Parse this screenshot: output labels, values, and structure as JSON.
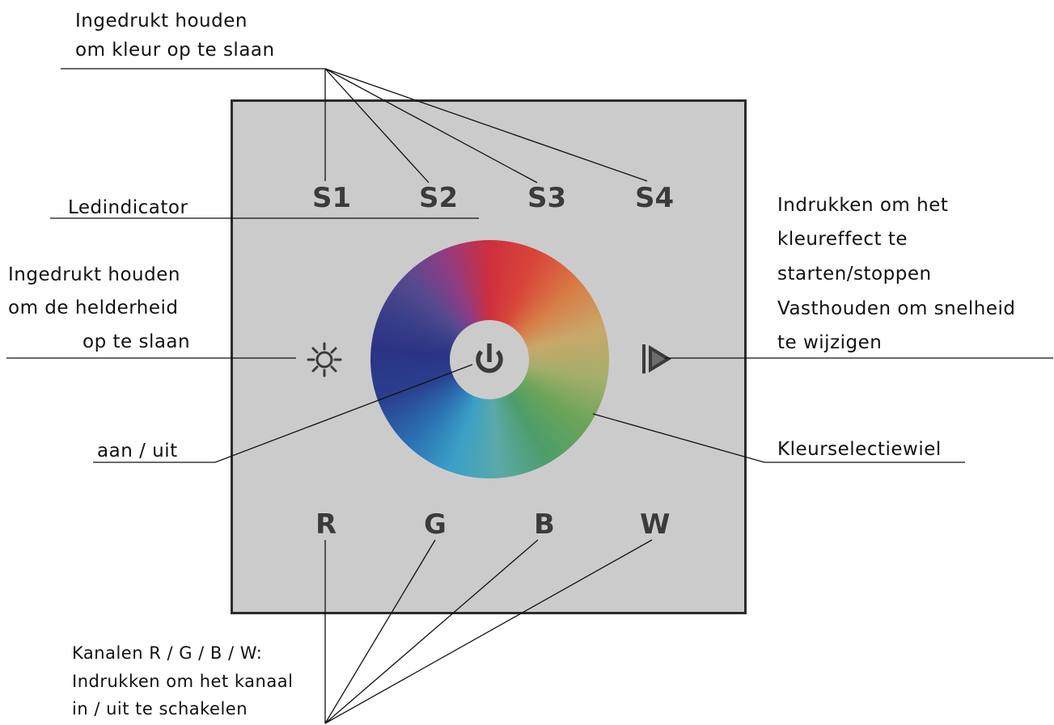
{
  "labels": {
    "store_color_line1": "Ingedrukt houden",
    "store_color_line2": "om kleur op te slaan",
    "led_indicator": "Ledindicator",
    "brightness_line1": "Ingedrukt houden",
    "brightness_line2": "om de helderheid",
    "brightness_line3": "op te slaan",
    "power": "aan / uit",
    "effect_line1": "Indrukken om het",
    "effect_line2": "kleureffect te",
    "effect_line3": "starten/stoppen",
    "effect_line4": "Vasthouden om snelheid",
    "effect_line5": "te wijzigen",
    "color_wheel": "Kleurselectiewiel",
    "channels_line1": "Kanalen R / G / B / W:",
    "channels_line2": "Indrukken om het kanaal",
    "channels_line3": "in / uit te schakelen"
  },
  "buttons": {
    "s1": "S1",
    "s2": "S2",
    "s3": "S3",
    "s4": "S4",
    "r": "R",
    "g": "G",
    "b": "B",
    "w": "W"
  },
  "icons": {
    "brightness": "sun-icon",
    "power": "power-icon",
    "play": "play-icon"
  },
  "colors": {
    "panel": "#cbcbcb",
    "button_text": "#3b3b3b",
    "leader_lines": "#111111"
  }
}
